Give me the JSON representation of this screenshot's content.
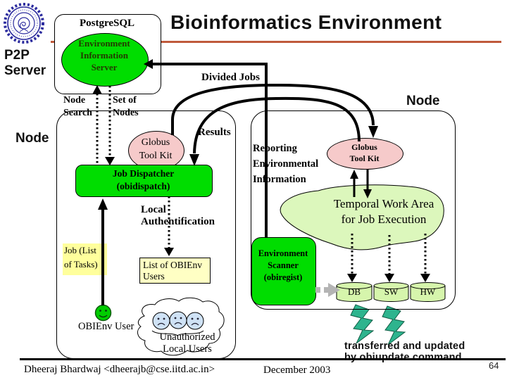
{
  "slide": {
    "title": "Bioinformatics Environment",
    "page_number": "64",
    "footer": {
      "author": "Dheeraj Bhardwaj <dheerajb@cse.iitd.ac.in>",
      "date": "December 2003"
    }
  },
  "colors": {
    "accent_green": "#00dd00",
    "accent_pink": "#f6caca",
    "light_green_area": "#dcf7bc",
    "cylinder_green": "#d6f5ac",
    "highlight_yellow": "#ffff9c",
    "title_underline": "#c05a3c",
    "lightning_teal": "#2eb48e",
    "logo_blue": "#2b2b9e",
    "sad_face_blue": "#cfe2f5",
    "smiley_green": "#00cc00"
  },
  "diagram": {
    "p2p_server": {
      "line1": "P2P",
      "line2": "Server"
    },
    "postgresql_label": "PostgreSQL",
    "eis": {
      "line1": "Environment",
      "line2": "Information",
      "line3": "Server"
    },
    "node_search": {
      "line1": "Node",
      "line2": "Search"
    },
    "set_of_nodes": {
      "line1": "Set of",
      "line2": "Nodes"
    },
    "divided_jobs": "Divided Jobs",
    "results": "Results",
    "node_left": "Node",
    "node_right": "Node",
    "globus_left": {
      "line1": "Globus",
      "line2": "Tool Kit"
    },
    "globus_right": {
      "line1": "Globus",
      "line2": "Tool Kit"
    },
    "job_dispatcher": {
      "line1": "Job Dispatcher",
      "line2": "(obidispatch)"
    },
    "local_auth": {
      "line1": "Local",
      "line2": "Authentification"
    },
    "reporting": {
      "line1": "Reporting",
      "line2": "Environmental",
      "line3": "Information"
    },
    "temporal_work_area": {
      "line1": "Temporal Work Area",
      "line2": "for Job Execution"
    },
    "env_scanner": {
      "line1": "Environment",
      "line2": "Scanner",
      "line3": "(obiregist)"
    },
    "job_list": {
      "line1": "Job (List",
      "line2": "of Tasks)"
    },
    "obienv_users_box": {
      "line1": "List of OBIEnv",
      "line2": "Users"
    },
    "obienv_user_label": "OBIEnv User",
    "unauthorized": {
      "line1": "Unauthorized",
      "line2": "Local Users"
    },
    "resources": {
      "db": "DB",
      "sw": "SW",
      "hw": "HW"
    },
    "transfer_note": {
      "line1": "transferred and updated",
      "line2": "by obiupdate command"
    }
  }
}
